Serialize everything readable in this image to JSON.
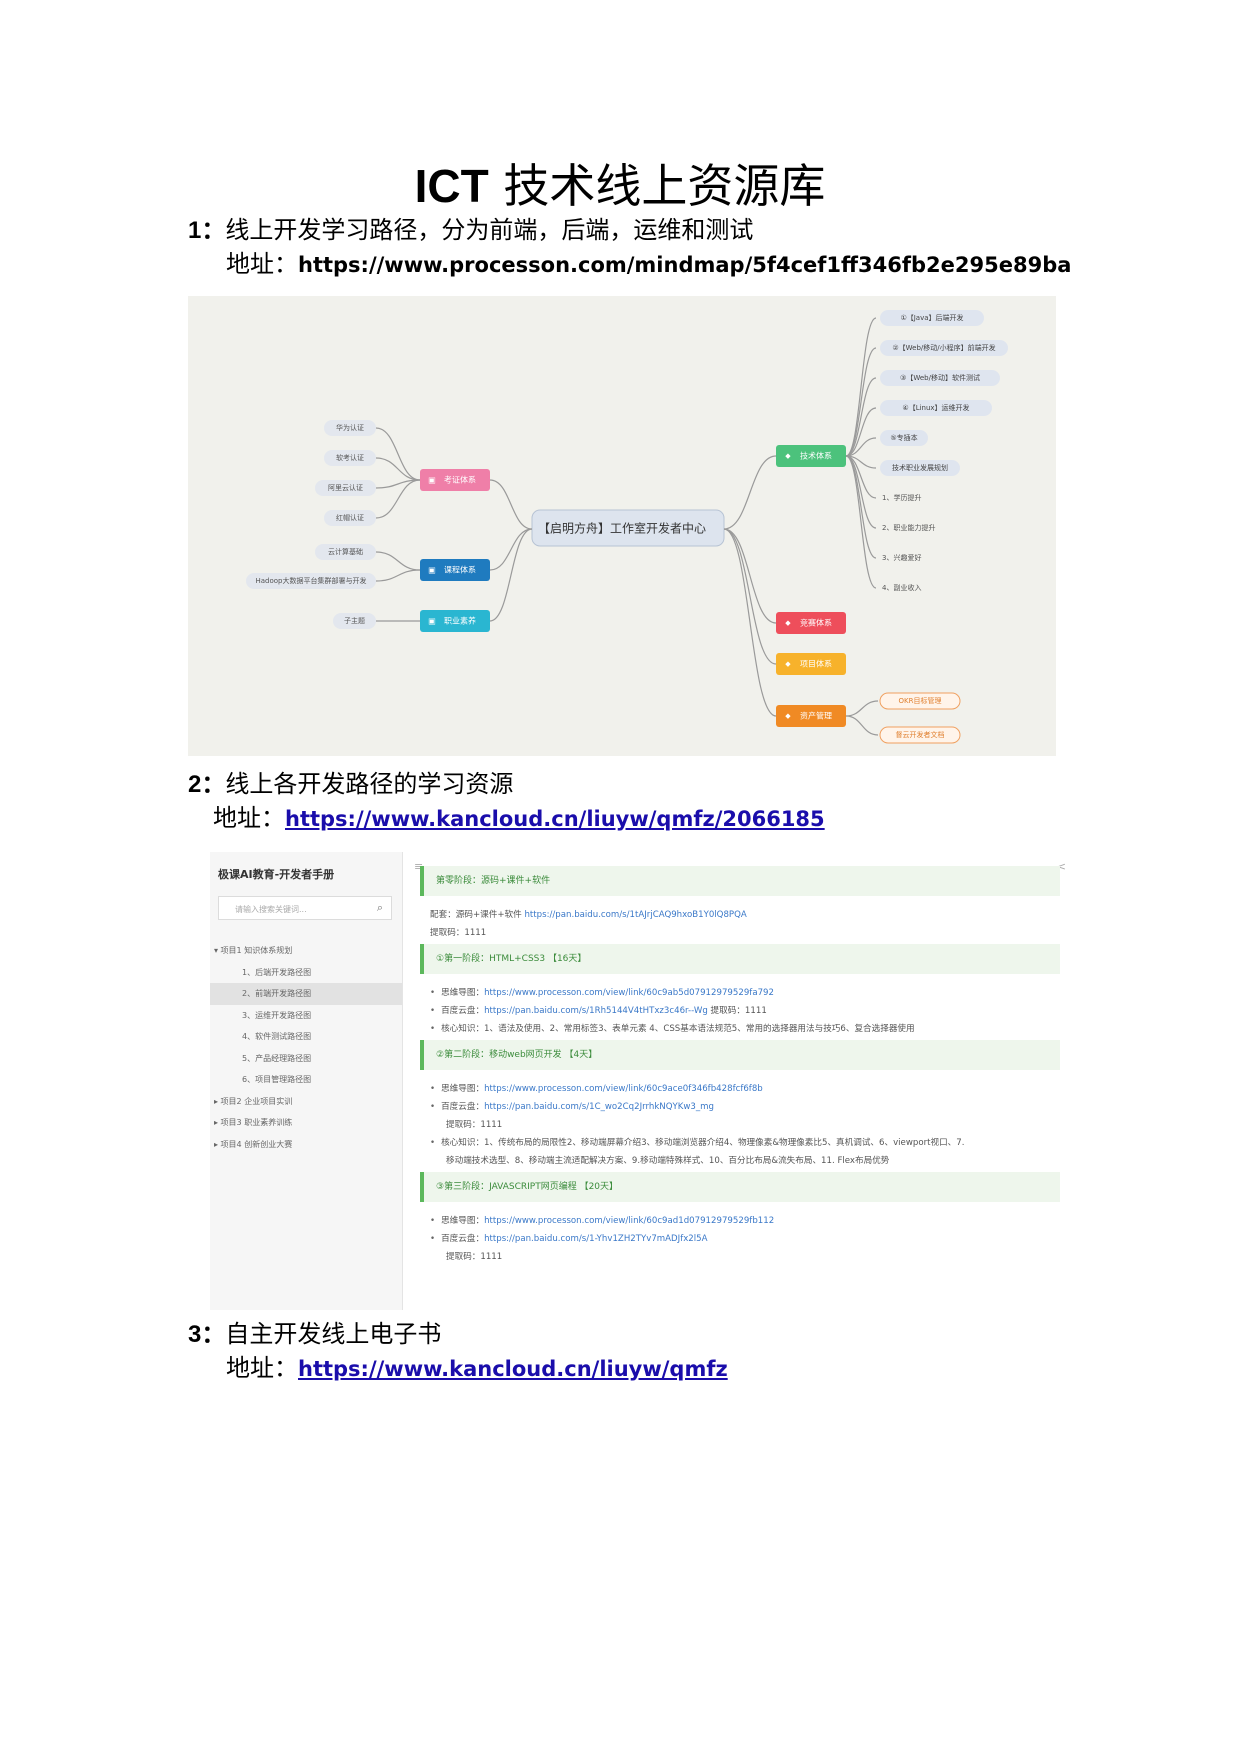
{
  "title_latin": "ICT",
  "title_cjk": " 技术线上资源库",
  "sections": [
    {
      "num": "1：",
      "text": "线上开发学习路径，分为前端，后端，运维和测试",
      "addr_label": "地址：",
      "url": "https://www.processon.com/mindmap/5f4cef1ff346fb2e295e89ba"
    },
    {
      "num": "2：",
      "text": "线上各开发路径的学习资源",
      "addr_label": "地址：",
      "url": "https://www.kancloud.cn/liuyw/qmfz/2066185"
    },
    {
      "num": "3：",
      "text": "自主开发线上电子书",
      "addr_label": "地址：",
      "url": "https://www.kancloud.cn/liuyw/qmfz"
    }
  ],
  "mindmap": {
    "center": "【启明方舟】工作室开发者中心",
    "left_branches": [
      {
        "label": "考证体系",
        "color": "#ef7fa8",
        "children": [
          "华为认证",
          "软考认证",
          "阿里云认证",
          "红帽认证"
        ]
      },
      {
        "label": "课程体系",
        "color": "#1f7bbf",
        "children": [
          "云计算基础",
          "Hadoop大数据平台集群部署与开发"
        ]
      },
      {
        "label": "职业素养",
        "color": "#2ab6d1",
        "children": [
          "子主题"
        ]
      }
    ],
    "right_branches": [
      {
        "label": "技术体系",
        "color": "#4cc27c",
        "children": [
          "①【Java】后端开发",
          "②【Web/移动/小程序】前端开发",
          "③【Web/移动】软件测试",
          "④【Linux】运维开发",
          "⑤专插本",
          "技术职业发展规划",
          "1、学历提升",
          "2、职业能力提升",
          "3、兴趣爱好",
          "4、副业收入"
        ]
      },
      {
        "label": "竞赛体系",
        "color": "#ee4e5b",
        "children": []
      },
      {
        "label": "项目体系",
        "color": "#f7b22b",
        "children": []
      },
      {
        "label": "资产管理",
        "color": "#f08a24",
        "children": [
          "OKR目标管理",
          "督云开发者文档"
        ]
      }
    ]
  },
  "doc": {
    "brand": "极课AI教育-开发者手册",
    "search_placeholder": "请输入搜索关键词...",
    "nav": [
      {
        "label": "▾  项目1 知识体系规划",
        "indent": 1
      },
      {
        "label": "1、后端开发路径图",
        "indent": 2
      },
      {
        "label": "2、前端开发路径图",
        "indent": 2,
        "active": true
      },
      {
        "label": "3、运维开发路径图",
        "indent": 2
      },
      {
        "label": "4、软件测试路径图",
        "indent": 2
      },
      {
        "label": "5、产品经理路径图",
        "indent": 2
      },
      {
        "label": "6、项目管理路径图",
        "indent": 2
      },
      {
        "label": "▸  项目2 企业项目实训",
        "indent": 1
      },
      {
        "label": "▸  项目3 职业素养训练",
        "indent": 1
      },
      {
        "label": "▸  项目4 创新创业大赛",
        "indent": 1
      }
    ],
    "phase0": "第零阶段：源码+课件+软件",
    "phase0_line1_label": "配套：源码+课件+软件 ",
    "phase0_line1_link": "https://pan.baidu.com/s/1tAJrjCAQ9hxoB1Y0lQ8PQA",
    "phase0_line2": "提取码：1111",
    "phase1": "①第一阶段：HTML+CSS3 【16天】",
    "p1_b1_label": "思维导图：",
    "p1_b1_link": "https://www.processon.com/view/link/60c9ab5d07912979529fa792",
    "p1_b2_label": "百度云盘：",
    "p1_b2_link": "https://pan.baidu.com/s/1Rh5144V4tHTxz3c46r--Wg",
    "p1_b2_code": " 提取码：1111",
    "p1_b3": "核心知识：1、语法及使用、2、常用标签3、表单元素 4、CSS基本语法规范5、常用的选择器用法与技巧6、复合选择器使用",
    "phase2": "②第二阶段：移动web网页开发 【4天】",
    "p2_b1_label": "思维导图：",
    "p2_b1_link": "https://www.processon.com/view/link/60c9ace0f346fb428fcf6f8b",
    "p2_b2_label": "百度云盘：",
    "p2_b2_link": "https://pan.baidu.com/s/1C_wo2Cq2JrrhkNQYKw3_mg",
    "p2_code": "提取码：1111",
    "p2_b3_l1": "核心知识：1、传统布局的局限性2、移动端屏幕介绍3、移动端浏览器介绍4、物理像素&物理像素比5、真机调试、6、viewport视口、7.",
    "p2_b3_l2": "移动端技术选型、8、移动端主流适配解决方案、9.移动端特殊样式、10、百分比布局&流失布局、11. Flex布局优势",
    "phase3": "③第三阶段：JAVASCRIPT网页编程 【20天】",
    "p3_b1_label": "思维导图：",
    "p3_b1_link": "https://www.processon.com/view/link/60c9ad1d07912979529fb112",
    "p3_b2_label": "百度云盘：",
    "p3_b2_link": "https://pan.baidu.com/s/1-Yhv1ZH2TYv7mADJfx2l5A",
    "p3_code": "提取码：1111"
  }
}
